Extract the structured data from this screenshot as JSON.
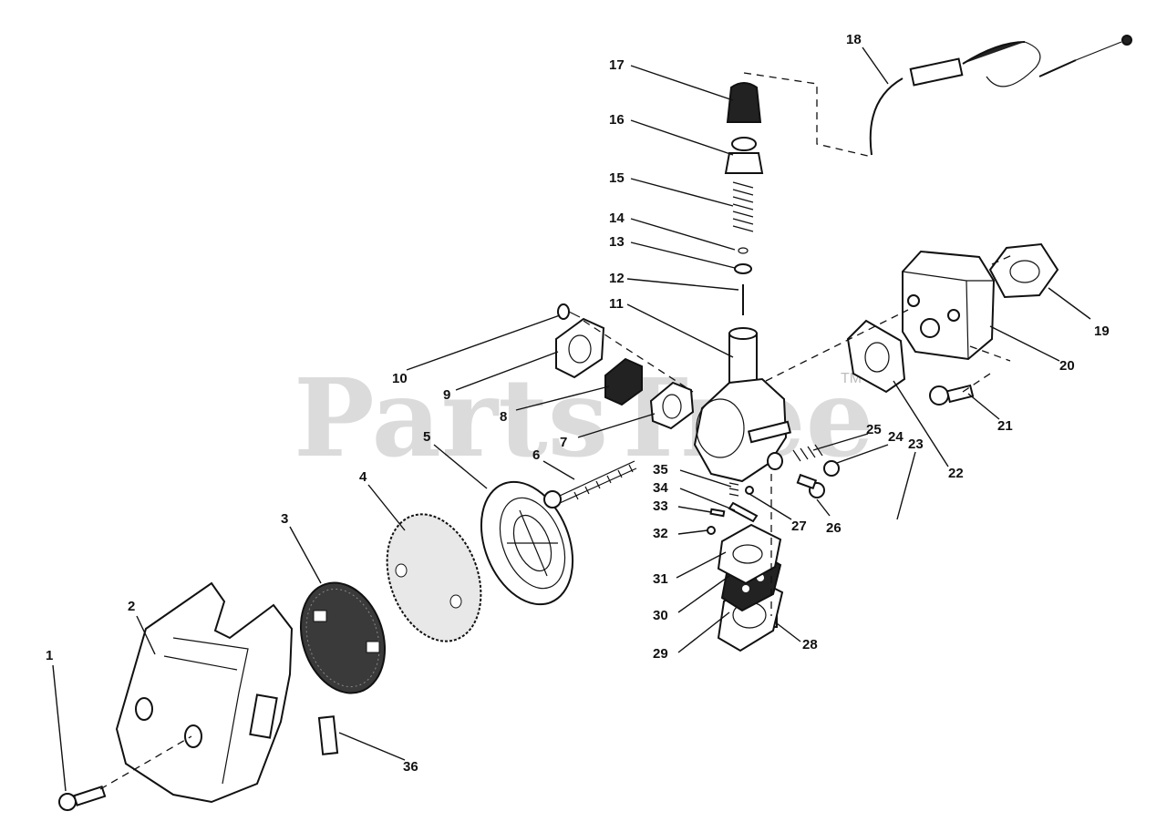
{
  "watermark": {
    "text": "PartsTree",
    "trademark": "TM"
  },
  "callouts": [
    {
      "id": "1",
      "label": "1"
    },
    {
      "id": "2",
      "label": "2"
    },
    {
      "id": "3",
      "label": "3"
    },
    {
      "id": "4",
      "label": "4"
    },
    {
      "id": "5",
      "label": "5"
    },
    {
      "id": "6",
      "label": "6"
    },
    {
      "id": "7",
      "label": "7"
    },
    {
      "id": "8",
      "label": "8"
    },
    {
      "id": "9",
      "label": "9"
    },
    {
      "id": "10",
      "label": "10"
    },
    {
      "id": "11",
      "label": "11"
    },
    {
      "id": "12",
      "label": "12"
    },
    {
      "id": "13",
      "label": "13"
    },
    {
      "id": "14",
      "label": "14"
    },
    {
      "id": "15",
      "label": "15"
    },
    {
      "id": "16",
      "label": "16"
    },
    {
      "id": "17",
      "label": "17"
    },
    {
      "id": "18",
      "label": "18"
    },
    {
      "id": "19",
      "label": "19"
    },
    {
      "id": "20",
      "label": "20"
    },
    {
      "id": "21",
      "label": "21"
    },
    {
      "id": "22",
      "label": "22"
    },
    {
      "id": "23",
      "label": "23"
    },
    {
      "id": "24",
      "label": "24"
    },
    {
      "id": "25",
      "label": "25"
    },
    {
      "id": "26",
      "label": "26"
    },
    {
      "id": "27",
      "label": "27"
    },
    {
      "id": "28",
      "label": "28"
    },
    {
      "id": "29",
      "label": "29"
    },
    {
      "id": "30",
      "label": "30"
    },
    {
      "id": "31",
      "label": "31"
    },
    {
      "id": "32",
      "label": "32"
    },
    {
      "id": "33",
      "label": "33"
    },
    {
      "id": "34",
      "label": "34"
    },
    {
      "id": "35",
      "label": "35"
    },
    {
      "id": "36",
      "label": "36"
    }
  ]
}
